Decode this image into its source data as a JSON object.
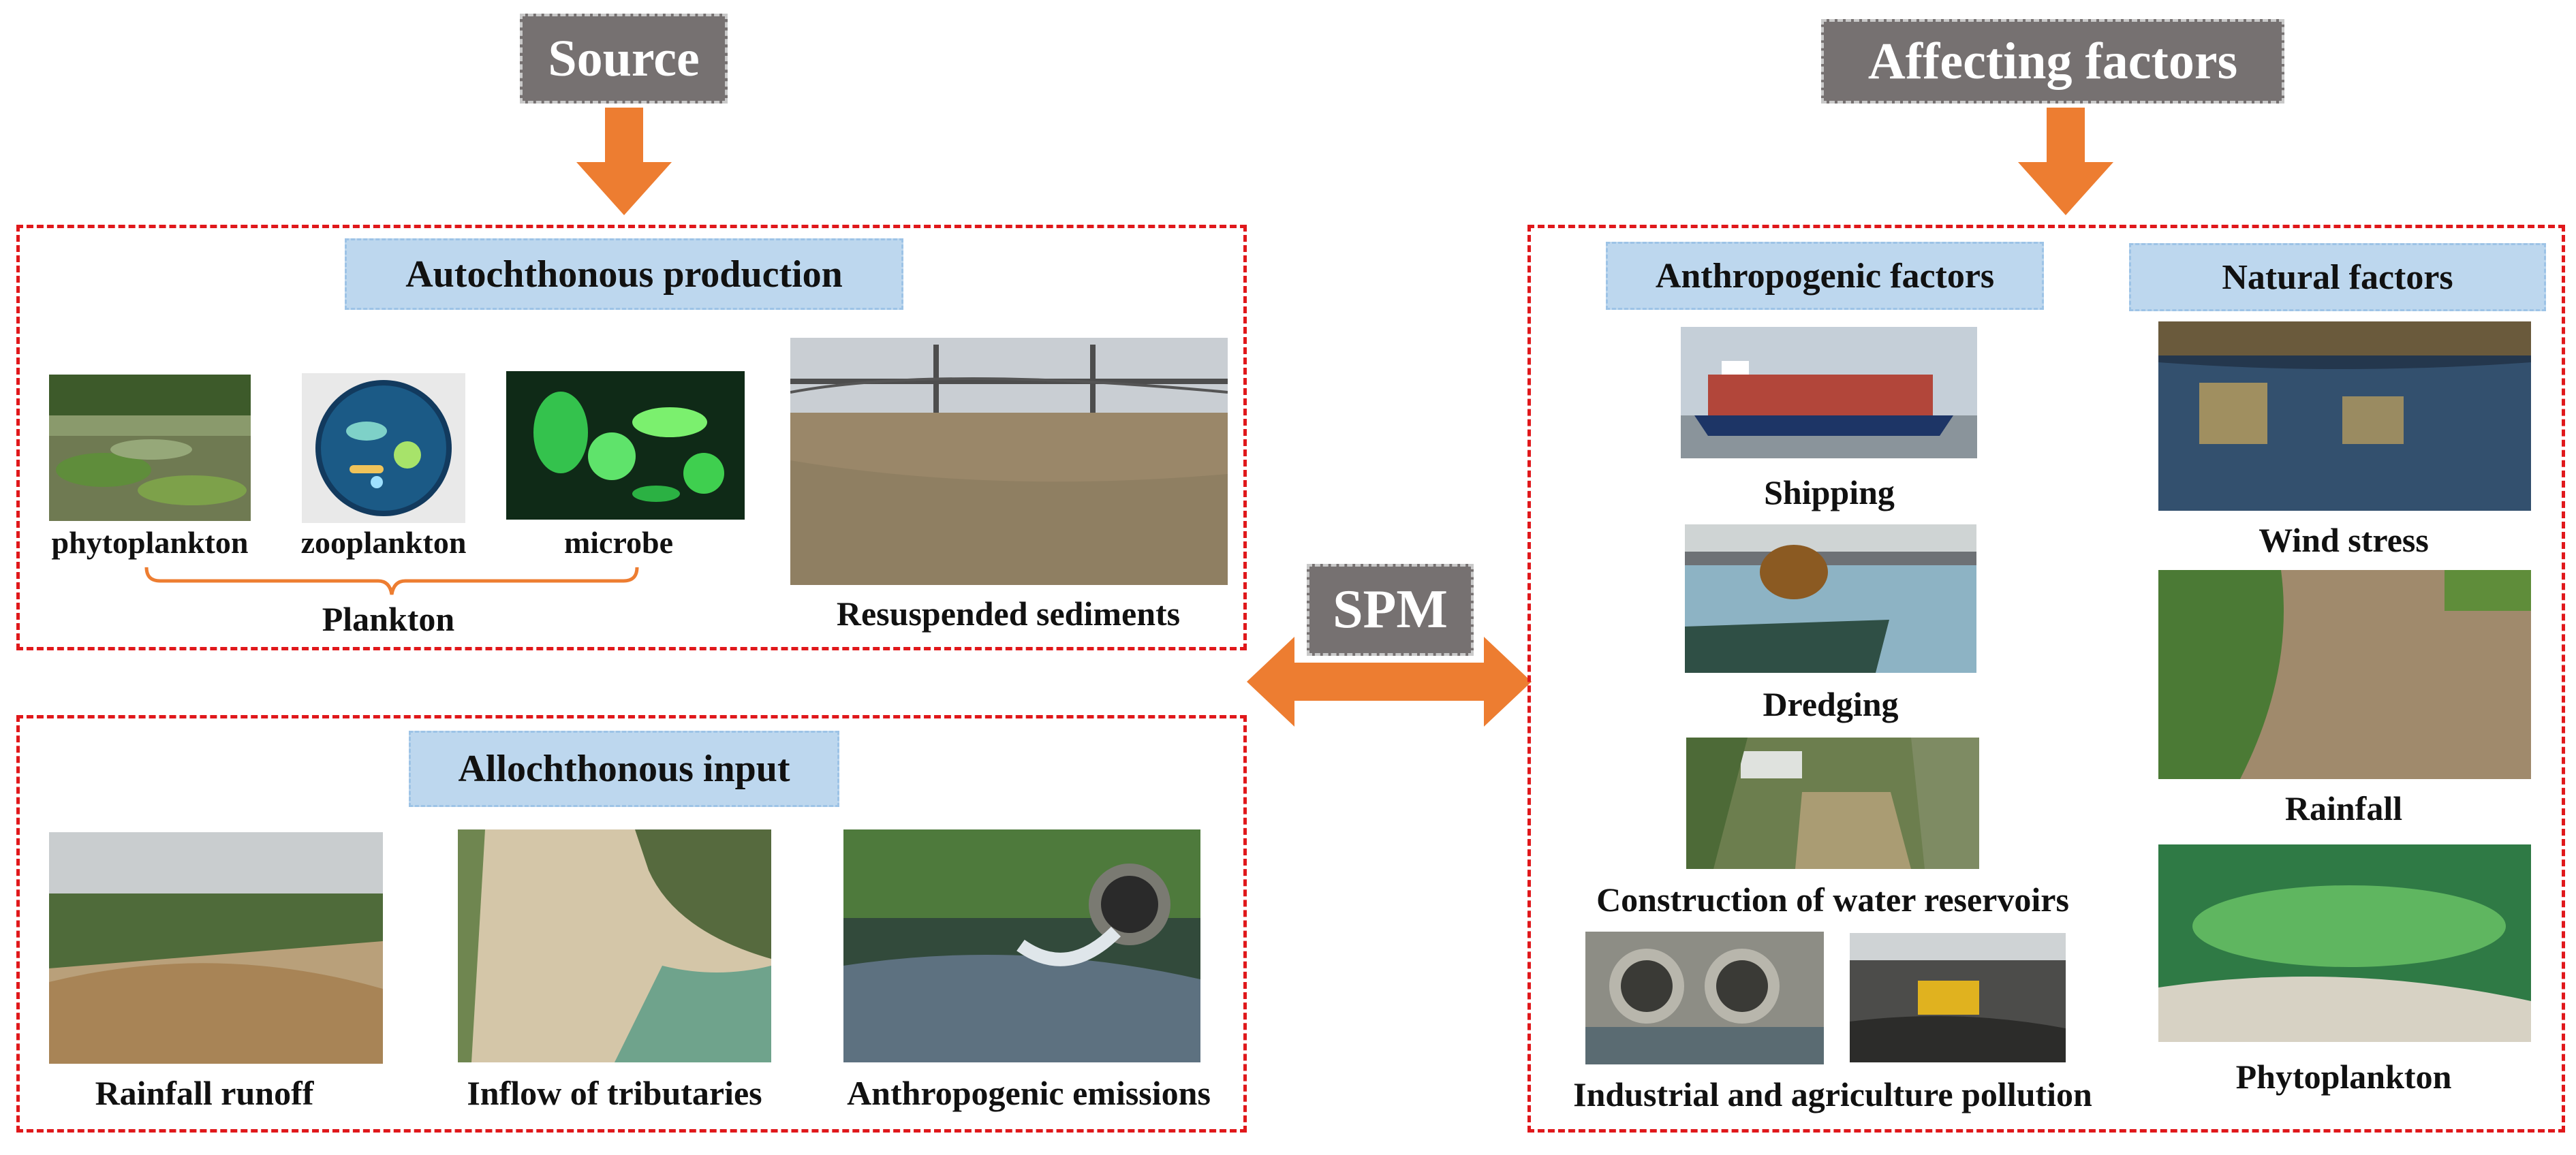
{
  "source": {
    "label": "Source",
    "icon": "down-arrow-icon"
  },
  "affecting": {
    "label": "Affecting factors",
    "icon": "down-arrow-icon"
  },
  "spm": {
    "label": "SPM",
    "icon": "double-arrow-icon"
  },
  "autochthonous": {
    "title": "Autochthonous production",
    "plankton_items": [
      "phytoplankton",
      "zooplankton",
      "microbe"
    ],
    "plankton_group": "Plankton",
    "resuspended": "Resuspended sediments"
  },
  "allochthonous": {
    "title": "Allochthonous input",
    "items": [
      "Rainfall runoff",
      "Inflow of tributaries",
      "Anthropogenic emissions"
    ]
  },
  "anthropogenic": {
    "title": "Anthropogenic factors",
    "items": [
      "Shipping",
      "Dredging",
      "Construction of water reservoirs",
      "Industrial and agriculture pollution"
    ]
  },
  "natural": {
    "title": "Natural factors",
    "items": [
      "Wind stress",
      "Rainfall",
      "Phytoplankton"
    ]
  },
  "colors": {
    "arrow": "#ed7d31",
    "dashed_border": "#e0181b",
    "dark_label": "#767171",
    "blue_label": "#bdd7ee"
  }
}
